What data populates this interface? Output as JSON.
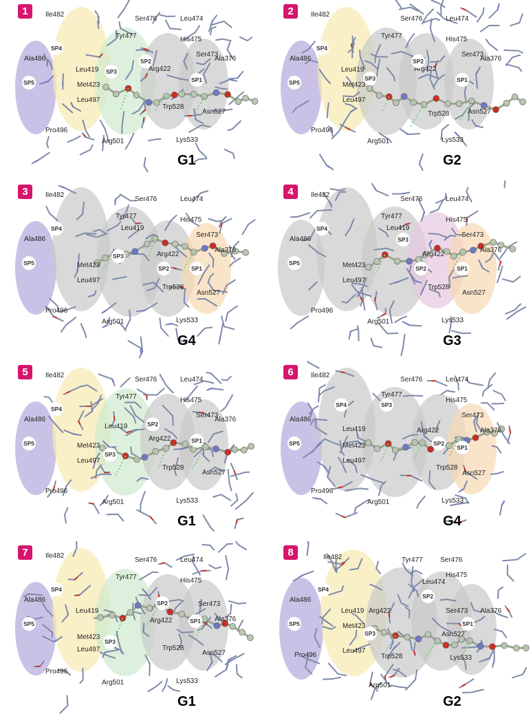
{
  "colors": {
    "badge": "#d6156d",
    "SP_purple": "#b3a8dc",
    "SP_yellow": "#f7eab0",
    "SP_green": "#cfe9cf",
    "SP_gray": "#c9c9c9",
    "SP_pink": "#e6c8e0",
    "SP_orange": "#f6d9b3",
    "residue_stick": "#7e8aa8",
    "ligand": "#b9c6ae",
    "oxygen": "#cc2e1f",
    "nitrogen": "#6f79c4",
    "sulfur": "#d8b235",
    "hbond": "#7fd07f"
  },
  "panels": [
    {
      "number": "1",
      "group": "G1",
      "subsites": {
        "SP5": "purple",
        "SP4": "yellow",
        "SP3": "green",
        "SP2": "gray",
        "SP1": "gray"
      },
      "residues": [
        "Ile482",
        "Ser476",
        "Leu474",
        "Tyr477",
        "His475",
        "SP4",
        "Ala486",
        "Leu419",
        "SP3",
        "Arg422",
        "SP2",
        "Ser473",
        "Ala376",
        "SP5",
        "Met423",
        "SP1",
        "Leu497",
        "Trp528",
        "Asn527",
        "Pro496",
        "Arg501",
        "Lys533"
      ]
    },
    {
      "number": "2",
      "group": "G2",
      "subsites": {
        "SP5": "purple",
        "SP4": "yellow",
        "SP3": "gray",
        "SP2": "gray",
        "SP1": "gray"
      },
      "residues": [
        "Ile482",
        "Ser476",
        "Leu474",
        "Tyr477",
        "His475",
        "SP4",
        "Ala486",
        "Leu419",
        "Arg422",
        "SP2",
        "Ser473",
        "Ala376",
        "SP5",
        "Met423",
        "SP3",
        "SP1",
        "Leu497",
        "Trp528",
        "Asn527",
        "Pro496",
        "Arg501",
        "Lys533"
      ]
    },
    {
      "number": "3",
      "group": "G4",
      "subsites": {
        "SP5": "purple",
        "SP4": "gray",
        "SP3": "gray",
        "SP2": "gray",
        "SP1": "orange"
      },
      "residues": [
        "Ile482",
        "Ser476",
        "Leu474",
        "Tyr477",
        "His475",
        "SP4",
        "Leu419",
        "Ala486",
        "Ser473",
        "Arg422",
        "SP5",
        "Met423",
        "SP3",
        "Ala376",
        "SP2",
        "SP1",
        "Leu497",
        "Trp528",
        "Asn527",
        "Pro496",
        "Arg501",
        "Lys533"
      ]
    },
    {
      "number": "4",
      "group": "G3",
      "subsites": {
        "SP5": "gray",
        "SP4": "gray",
        "SP3": "gray",
        "SP2": "pink",
        "SP1": "orange"
      },
      "residues": [
        "Ile482",
        "Ser476",
        "Leu474",
        "Tyr477",
        "His475",
        "SP4",
        "Leu419",
        "Ala486",
        "Ser473",
        "SP3",
        "Arg422",
        "Met423",
        "Ala376",
        "SP5",
        "SP2",
        "SP1",
        "Leu497",
        "Trp528",
        "Asn527",
        "Pro496",
        "Arg501",
        "Lys533"
      ]
    },
    {
      "number": "5",
      "group": "G1",
      "subsites": {
        "SP5": "purple",
        "SP4": "yellow",
        "SP3": "green",
        "SP2": "gray",
        "SP1": "gray"
      },
      "residues": [
        "Ile482",
        "Ser476",
        "Leu474",
        "Tyr477",
        "His475",
        "SP4",
        "Ala486",
        "Leu419",
        "SP2",
        "Ser473",
        "Met423",
        "Arg422",
        "Ala376",
        "SP5",
        "SP1",
        "Leu497",
        "SP3",
        "Trp528",
        "Asn527",
        "Pro496",
        "Arg501",
        "Lys533"
      ]
    },
    {
      "number": "6",
      "group": "G4",
      "subsites": {
        "SP5": "purple",
        "SP4": "gray",
        "SP3": "gray",
        "SP2": "gray",
        "SP1": "orange"
      },
      "residues": [
        "Ile482",
        "Ser476",
        "Leu474",
        "Tyr477",
        "SP4",
        "SP3",
        "His475",
        "Ala486",
        "Leu419",
        "Arg422",
        "Ser473",
        "Met423",
        "SP2",
        "Ala376",
        "SP5",
        "SP1",
        "Leu497",
        "Trp528",
        "Asn527",
        "Pro496",
        "Arg501",
        "Lys533"
      ]
    },
    {
      "number": "7",
      "group": "G1",
      "subsites": {
        "SP5": "purple",
        "SP4": "yellow",
        "SP3": "green",
        "SP2": "gray",
        "SP1": "gray"
      },
      "residues": [
        "Ile482",
        "Ser476",
        "Leu474",
        "Tyr477",
        "His475",
        "SP4",
        "Ser473",
        "Ala486",
        "Leu419",
        "SP2",
        "Arg422",
        "SP1",
        "Ala376",
        "SP5",
        "Met423",
        "Leu497",
        "SP3",
        "Trp528",
        "Asn527",
        "Pro496",
        "Arg501",
        "Lys533"
      ]
    },
    {
      "number": "8",
      "group": "G2",
      "subsites": {
        "SP5": "purple",
        "SP4": "yellow",
        "SP3": "gray",
        "SP2": "gray",
        "SP1": "gray"
      },
      "residues": [
        "Ile482",
        "Tyr477",
        "Ser476",
        "His475",
        "SP4",
        "Ala486",
        "Leu419",
        "Leu474",
        "Arg422",
        "SP2",
        "Ser473",
        "Ala376",
        "Met423",
        "SP5",
        "SP3",
        "SP1",
        "Asn527",
        "Pro496",
        "Leu497",
        "Trp528",
        "Lys533",
        "Arg501"
      ]
    }
  ]
}
